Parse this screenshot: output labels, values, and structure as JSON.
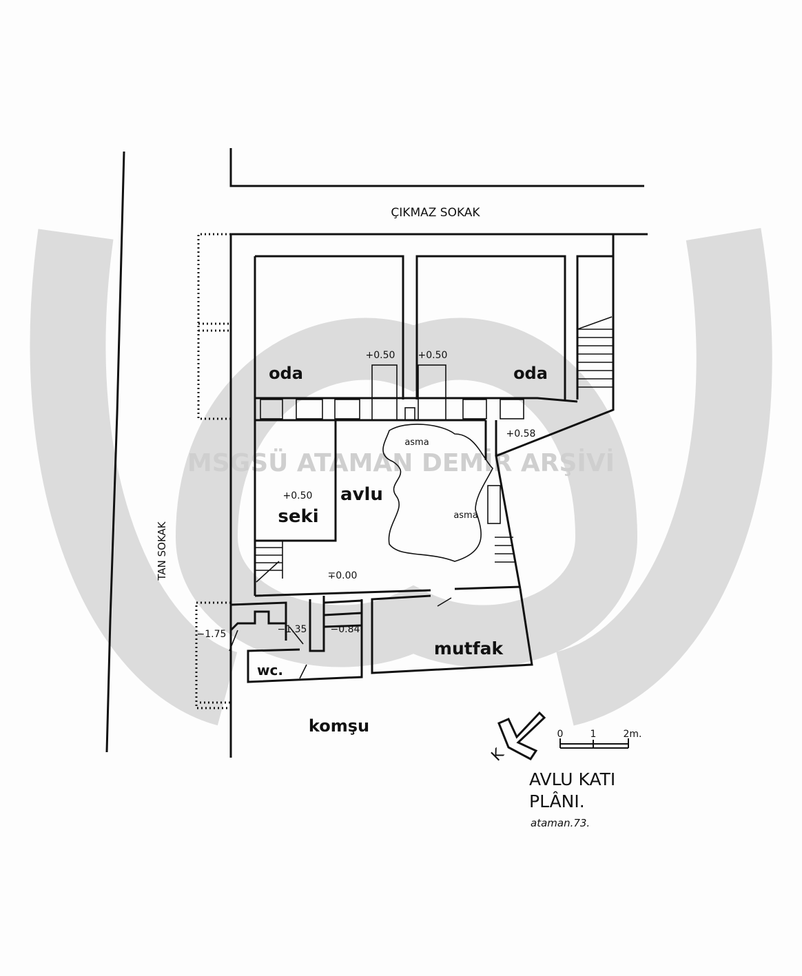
{
  "watermark": {
    "text": "MSGSÜ ATAMAN DEMİR ARŞİVİ",
    "color": "#d9d9d9"
  },
  "streets": {
    "top": "ÇIKMAZ SOKAK",
    "left": "TAN SOKAK"
  },
  "rooms": {
    "oda_left": "oda",
    "oda_right": "oda",
    "seki": "seki",
    "avlu": "avlu",
    "mutfak": "mutfak",
    "wc": "wc.",
    "komsu": "komşu",
    "asma_1": "asma",
    "asma_2": "asma"
  },
  "levels": {
    "oda_left_door": "+0.50",
    "oda_right_door": "+0.50",
    "stair_landing": "+0.58",
    "seki": "+0.50",
    "avlu": "∓0.00",
    "left_lower": "−1.75",
    "wc_passage": "−1.35",
    "stair_bottom": "−0.84"
  },
  "north_arrow": {
    "label": "K"
  },
  "scale_bar": {
    "ticks": [
      "0",
      "1",
      "2m."
    ]
  },
  "title": {
    "line1": "AVLU KATI",
    "line2": "PLÂNI."
  },
  "signature": "ataman.73."
}
